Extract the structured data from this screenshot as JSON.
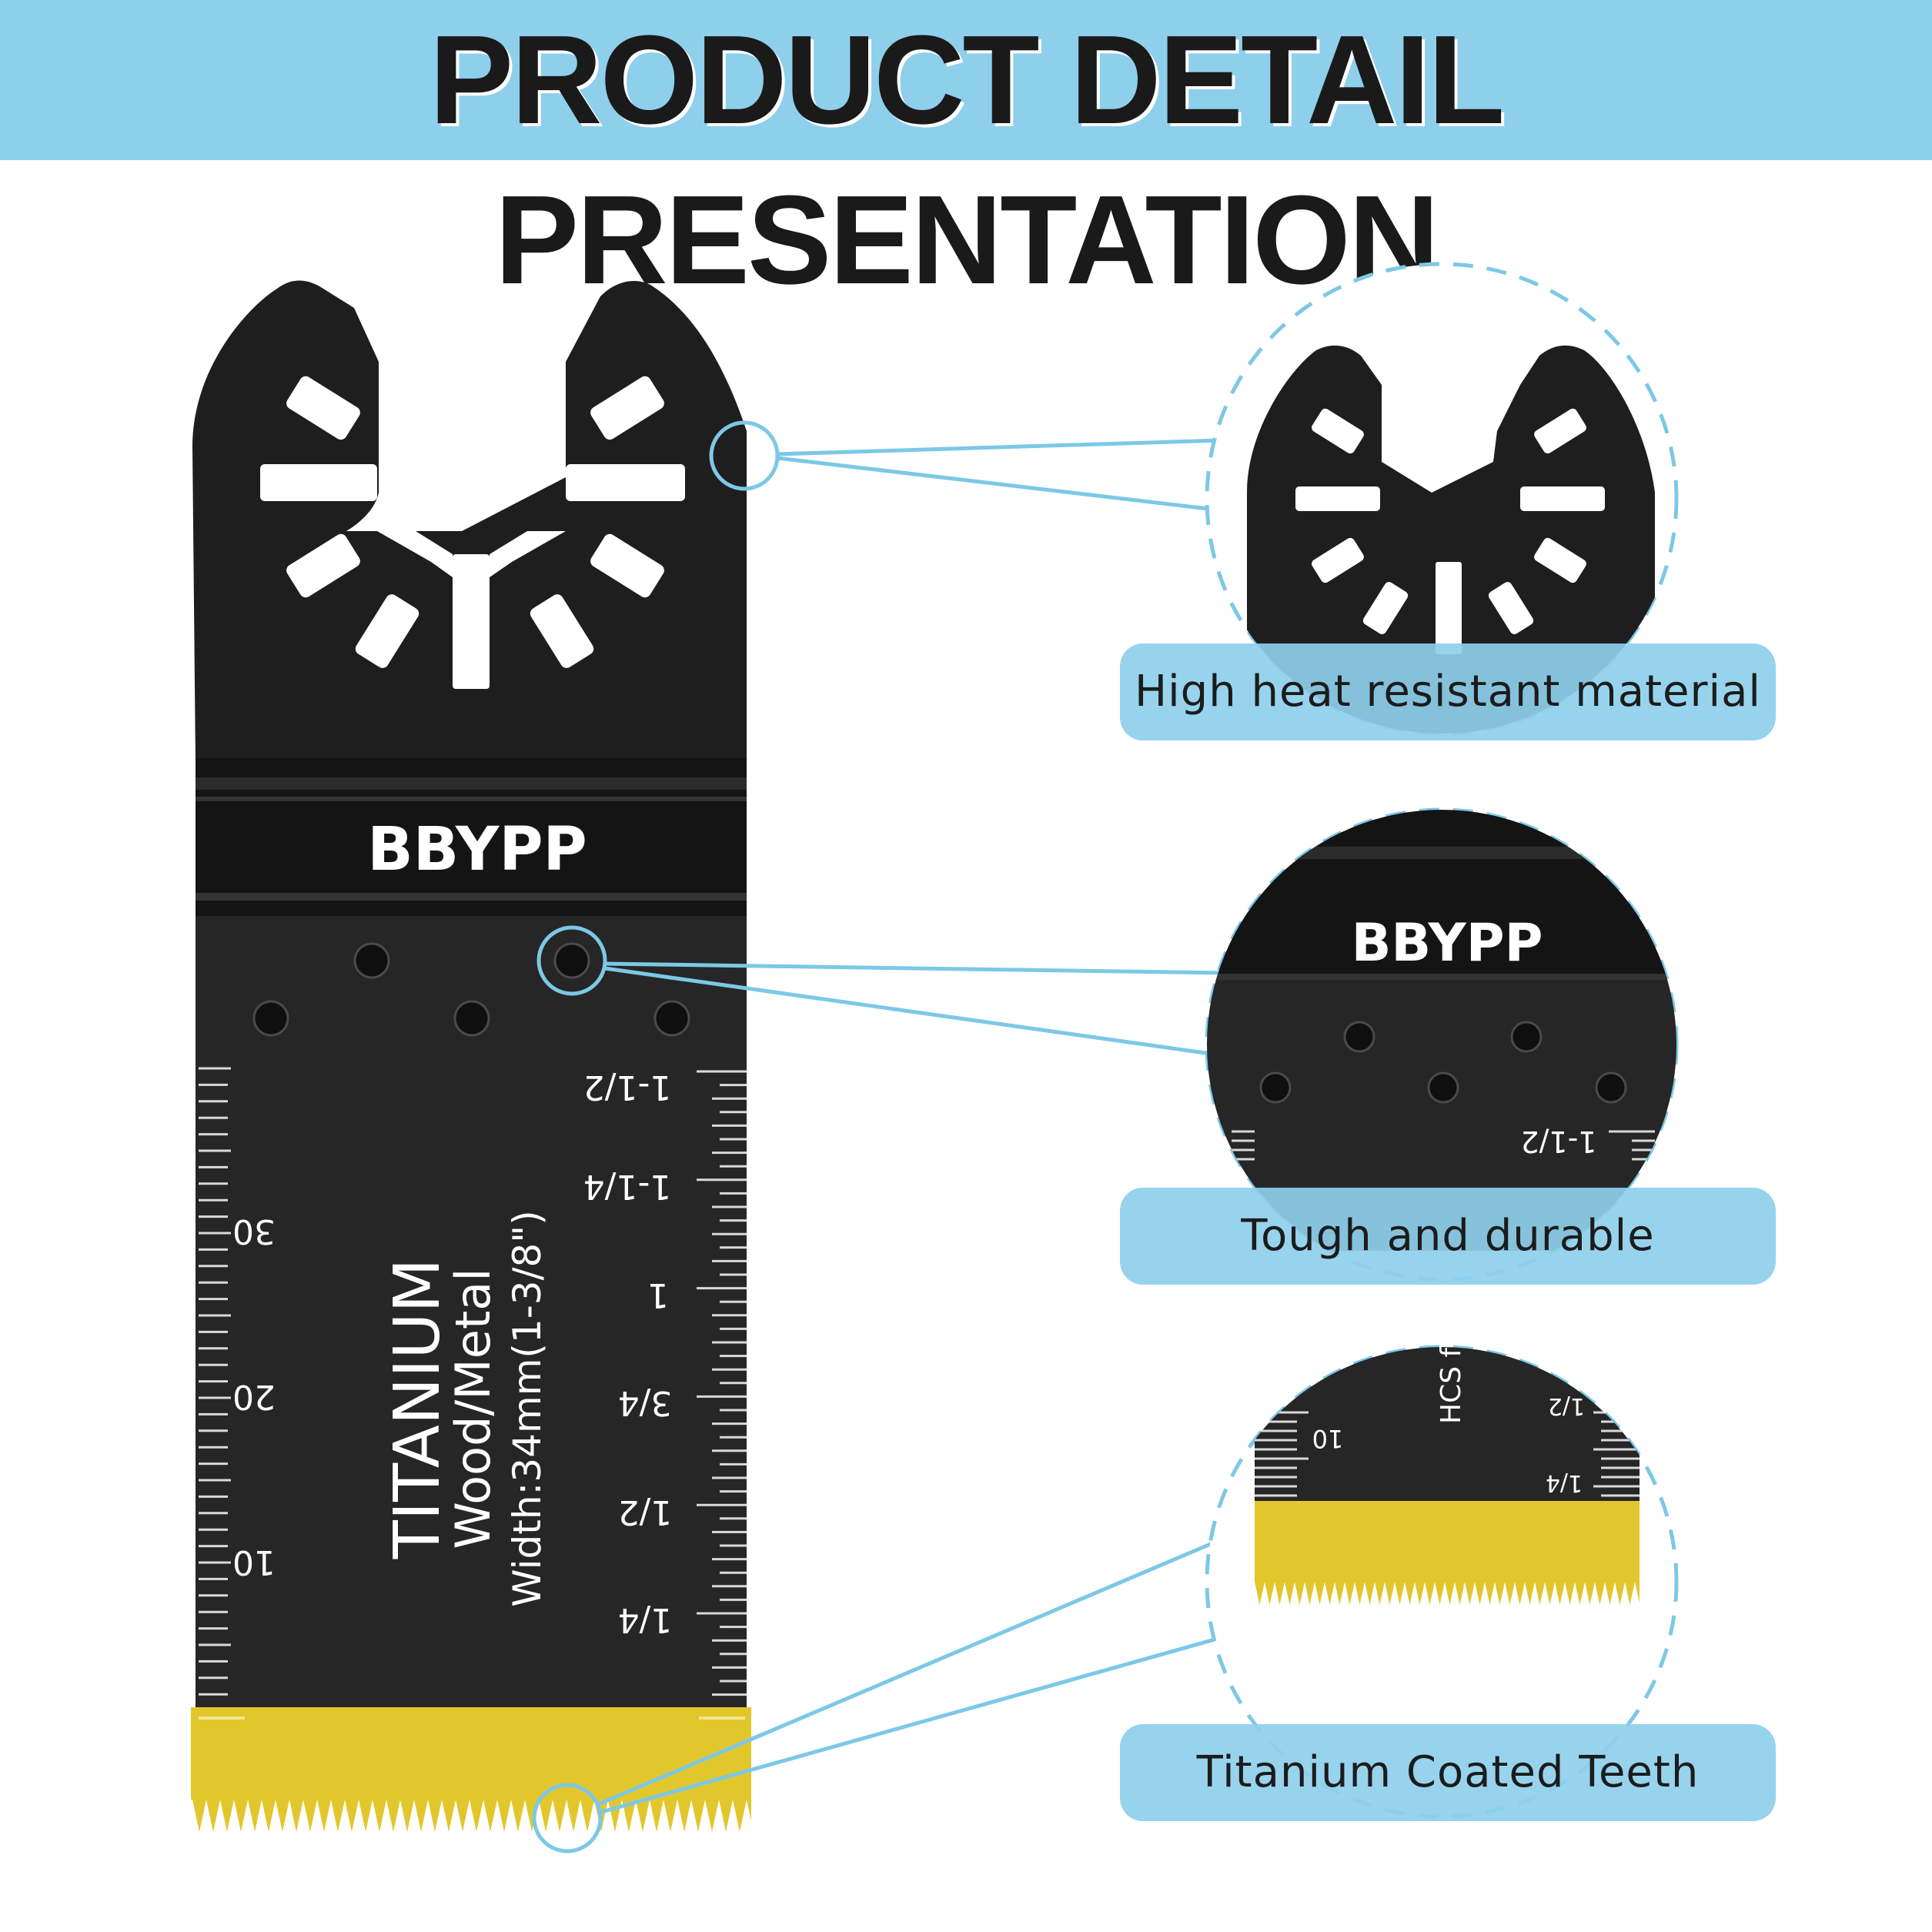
{
  "header": {
    "title": "PRODUCT DETAIL PRESENTATION"
  },
  "colors": {
    "banner": "#8ecfec",
    "blade": "#1e1e1e",
    "teeth": "#e2c72c",
    "accent_line": "#7cc8e6"
  },
  "blade": {
    "brand": "BBYPP",
    "product_name": "TITANIUM",
    "material": "Wood/Metal",
    "width_spec": "Width:34mm(1-3/8\")",
    "metric_scale": [
      "30",
      "20",
      "10"
    ],
    "inch_scale": [
      "1-1/2",
      "1-1/4",
      "1",
      "3/4",
      "1/2",
      "1/4"
    ]
  },
  "callouts": [
    {
      "label": "High heat resistant material",
      "icon": "blade-mount-detail"
    },
    {
      "label": "Tough and durable",
      "icon": "brand-band-detail"
    },
    {
      "label": "Titanium Coated Teeth",
      "icon": "teeth-detail"
    }
  ],
  "zoom_detail": {
    "brand": "BBYPP",
    "inch_labels": [
      "1-1/2",
      "1/2",
      "1/4"
    ],
    "metric_label": "10",
    "partial_text": "HCS f"
  }
}
